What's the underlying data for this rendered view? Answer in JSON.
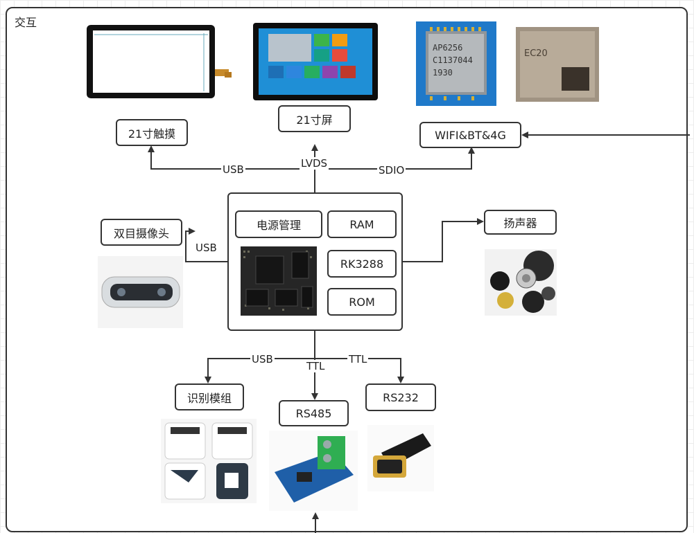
{
  "frame": {
    "title": "交互"
  },
  "boxes": {
    "touch": "21寸触摸",
    "screen": "21寸屏",
    "wifi": "WIFI&BT&4G",
    "camera": "双目摄像头",
    "power": "电源管理",
    "ram": "RAM",
    "soc": "RK3288",
    "rom": "ROM",
    "speaker": "扬声器",
    "idmodule": "识别模组",
    "rs485": "RS485",
    "rs232": "RS232"
  },
  "edges": {
    "usb_touch": "USB",
    "lvds": "LVDS",
    "sdio": "SDIO",
    "usb_camera": "USB",
    "usb_idmodule": "USB",
    "ttl_rs485": "TTL",
    "ttl_rs232": "TTL"
  },
  "images": {
    "chip_text": [
      "AP6256",
      "C1137044",
      "1930"
    ],
    "module_text": "EC20"
  }
}
